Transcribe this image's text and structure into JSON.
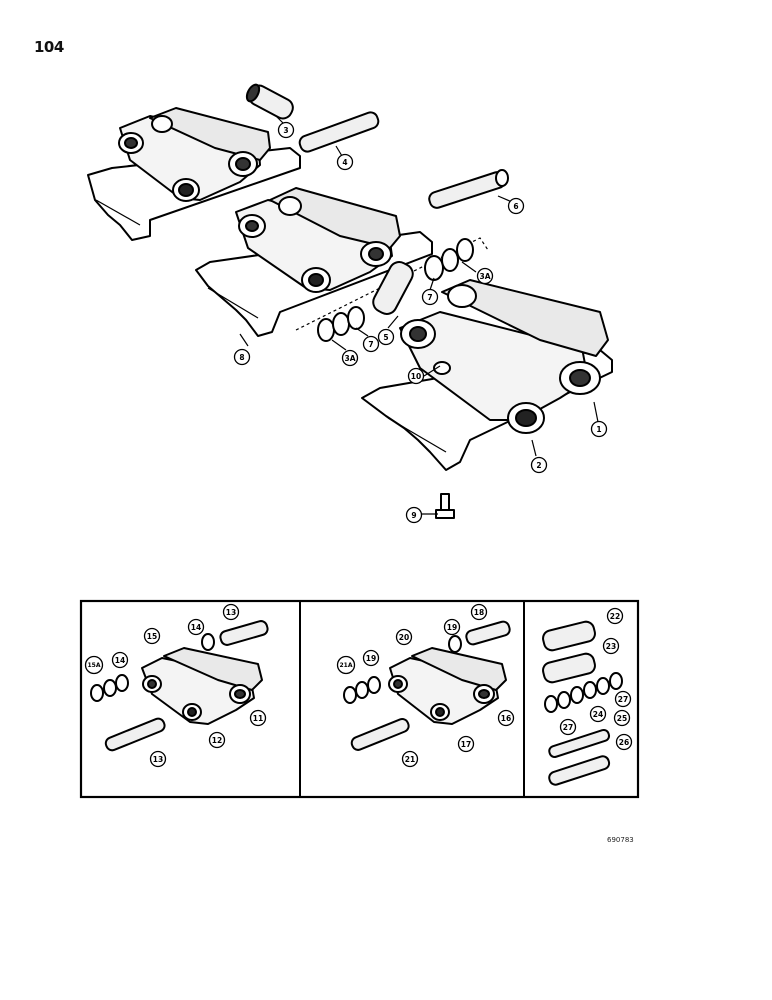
{
  "page": {
    "number": "104",
    "figure_id": "690783"
  },
  "main_callouts": [
    {
      "id": "main-3",
      "label": "3"
    },
    {
      "id": "main-4",
      "label": "4"
    },
    {
      "id": "main-6",
      "label": "6"
    },
    {
      "id": "main-8",
      "label": "8"
    },
    {
      "id": "main-3a-top",
      "label": "3A"
    },
    {
      "id": "main-7-top",
      "label": "7"
    },
    {
      "id": "main-5",
      "label": "5"
    },
    {
      "id": "main-7-left",
      "label": "7"
    },
    {
      "id": "main-3a-left",
      "label": "3A"
    },
    {
      "id": "main-10",
      "label": "10"
    },
    {
      "id": "main-1",
      "label": "1"
    },
    {
      "id": "main-2",
      "label": "2"
    },
    {
      "id": "main-9",
      "label": "9"
    }
  ],
  "box1_callouts": [
    {
      "label": "13"
    },
    {
      "label": "14"
    },
    {
      "label": "15"
    },
    {
      "label": "15A"
    },
    {
      "label": "14"
    },
    {
      "label": "11"
    },
    {
      "label": "12"
    },
    {
      "label": "13"
    }
  ],
  "box2_callouts": [
    {
      "label": "18"
    },
    {
      "label": "19"
    },
    {
      "label": "20"
    },
    {
      "label": "21A"
    },
    {
      "label": "19"
    },
    {
      "label": "16"
    },
    {
      "label": "17"
    },
    {
      "label": "21"
    }
  ],
  "box3_callouts": [
    {
      "label": "22"
    },
    {
      "label": "23"
    },
    {
      "label": "27"
    },
    {
      "label": "27"
    },
    {
      "label": "24"
    },
    {
      "label": "25"
    },
    {
      "label": "26"
    }
  ]
}
